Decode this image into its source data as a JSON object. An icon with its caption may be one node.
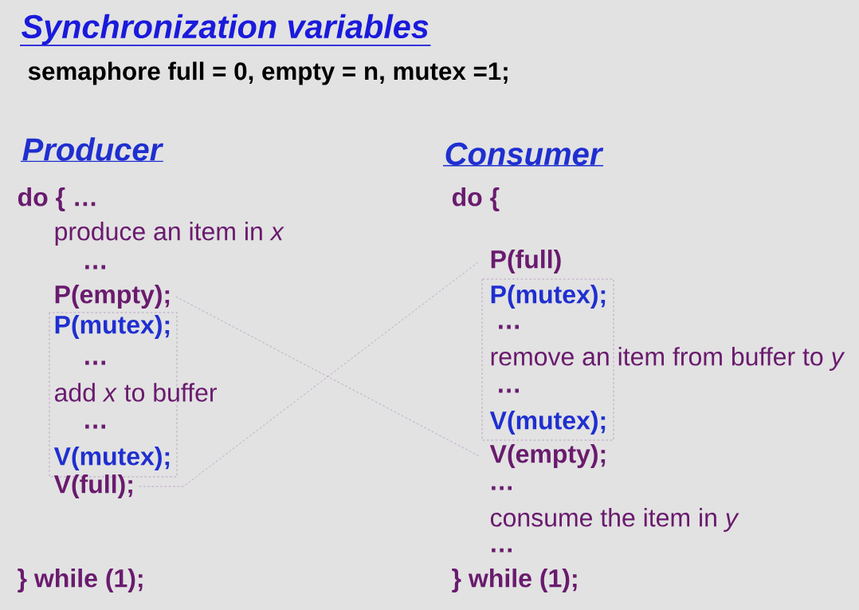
{
  "diagram": {
    "title": "Synchronization variables",
    "nodes": [
      {
        "text": [
          "P(empty);"
        ]
      },
      {
        "text": [
          "P(mutex);",
          "…",
          "add *x* to buffer",
          "…",
          "V(mutex);"
        ]
      },
      {
        "text": [
          "V(full);"
        ]
      },
      {
        "text": [
          "P(full)"
        ]
      },
      {
        "text": [
          "P(mutex);",
          "…",
          "remove an item from buffer to *y*",
          "…",
          "V(mutex);"
        ]
      },
      {
        "text": [
          "V(empty);"
        ]
      }
    ],
    "edges": [
      {
        "from": 0,
        "to": 5,
        "arrow": "none",
        "style": "dashed"
      },
      {
        "from": 2,
        "to": 3,
        "arrow": "none",
        "style": "dashed"
      }
    ],
    "labels": [
      "semaphore full = 0, empty = n, mutex =1;",
      "Producer",
      "Consumer",
      "do {   …",
      "produce an item in *x*",
      "…",
      "} while (1);",
      "do {",
      "…",
      "consume the item in *y*",
      "…",
      "} while (1);"
    ]
  }
}
